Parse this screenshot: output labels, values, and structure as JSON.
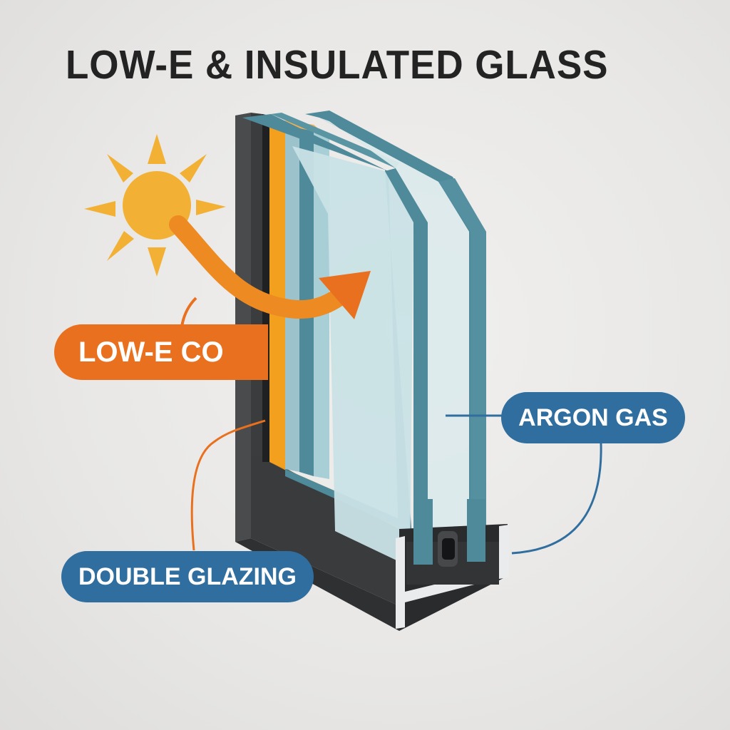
{
  "title": "LOW-E & INSULATED GLASS",
  "labels": {
    "low_e_coating": "LOW-E CO",
    "argon_gas": "ARGON GAS",
    "double_glazing": "DOUBLE GLAZING"
  },
  "icons": {
    "sun": "sun-icon",
    "arrow": "solar-arrow-icon"
  },
  "colors": {
    "background": "#e9e8e6",
    "title_text": "#232323",
    "orange_label": "#e8701f",
    "sun_yellow": "#f2b134",
    "blue_label": "#2f6e9e",
    "glass_edge": "#4e8a99",
    "glass_pane": "#c9e1e6",
    "frame_dark": "#3a3b3d",
    "coating_orange": "#f4a01f"
  }
}
